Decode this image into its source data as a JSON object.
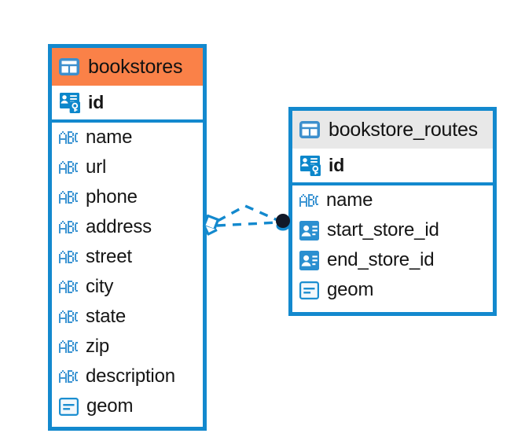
{
  "diagram": {
    "type": "entity-relationship-diagram",
    "background_color": "#ffffff",
    "accent_color": "#1389ce",
    "highlight_color": "#fa8148",
    "header_color": "#e8e8e8"
  },
  "entities": [
    {
      "name": "bookstores",
      "header_style": "accent-orange",
      "table_icon": "table-icon",
      "fields": [
        {
          "name": "id",
          "icon": "primary-key-icon",
          "key": "primary"
        },
        {
          "name": "name",
          "icon": "text-type-icon",
          "key": "none"
        },
        {
          "name": "url",
          "icon": "text-type-icon",
          "key": "none"
        },
        {
          "name": "phone",
          "icon": "text-type-icon",
          "key": "none"
        },
        {
          "name": "address",
          "icon": "text-type-icon",
          "key": "none"
        },
        {
          "name": "street",
          "icon": "text-type-icon",
          "key": "none"
        },
        {
          "name": "city",
          "icon": "text-type-icon",
          "key": "none"
        },
        {
          "name": "state",
          "icon": "text-type-icon",
          "key": "none"
        },
        {
          "name": "zip",
          "icon": "text-type-icon",
          "key": "none"
        },
        {
          "name": "description",
          "icon": "text-type-icon",
          "key": "none"
        },
        {
          "name": "geom",
          "icon": "geometry-type-icon",
          "key": "none"
        }
      ]
    },
    {
      "name": "bookstore_routes",
      "header_style": "accent-grey",
      "table_icon": "table-icon",
      "fields": [
        {
          "name": "id",
          "icon": "primary-key-icon",
          "key": "primary"
        },
        {
          "name": "name",
          "icon": "text-type-icon",
          "key": "none"
        },
        {
          "name": "start_store_id",
          "icon": "foreign-key-icon",
          "key": "foreign"
        },
        {
          "name": "end_store_id",
          "icon": "foreign-key-icon",
          "key": "foreign"
        },
        {
          "name": "geom",
          "icon": "geometry-type-icon",
          "key": "none"
        }
      ]
    }
  ],
  "relationship": {
    "from_entity": "bookstores",
    "to_entity": "bookstore_routes",
    "line_style": "dashed",
    "line_color": "#1389ce",
    "source_marker": "diamond-marker",
    "target_marker": "filled-circle-marker",
    "branch_count": 2
  }
}
